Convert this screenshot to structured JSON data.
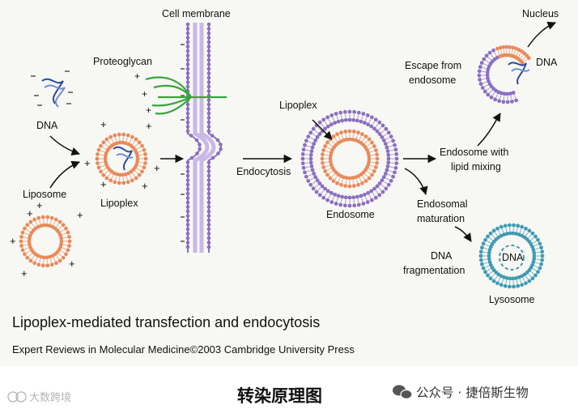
{
  "labels": {
    "cell_membrane": "Cell membrane",
    "proteoglycan": "Proteoglycan",
    "dna": "DNA",
    "liposome": "Liposome",
    "lipoplex": "Lipoplex",
    "endocytosis": "Endocytosis",
    "lipoplex_in_endosome": "Lipoplex",
    "endosome": "Endosome",
    "escape_from_endosome_1": "Escape from",
    "escape_from_endosome_2": "endosome",
    "nucleus": "Nucleus",
    "dna_escape": "DNA",
    "endosome_lipid_mixing_1": "Endosome with",
    "endosome_lipid_mixing_2": "lipid mixing",
    "endosomal_maturation_1": "Endosomal",
    "endosomal_maturation_2": "maturation",
    "dna_fragmentation_1": "DNA",
    "dna_fragmentation_2": "fragmentation",
    "dna_lysosome": "DNA",
    "lysosome": "Lysosome"
  },
  "caption": {
    "title": "Lipoplex-mediated transfection and endocytosis",
    "source": "Expert Reviews in Molecular Medicine©2003 Cambridge University Press"
  },
  "footer": {
    "title": "转染原理图",
    "watermark_left": "大数跨境",
    "wechat": "公众号 · 捷倍斯生物"
  },
  "colors": {
    "lipid_orange": "#e98a5a",
    "lipid_purple": "#8b6fc0",
    "lipid_blue": "#3f9bb5",
    "dna_blue": "#2f4a9b",
    "proteoglycan_green": "#35a63a"
  }
}
